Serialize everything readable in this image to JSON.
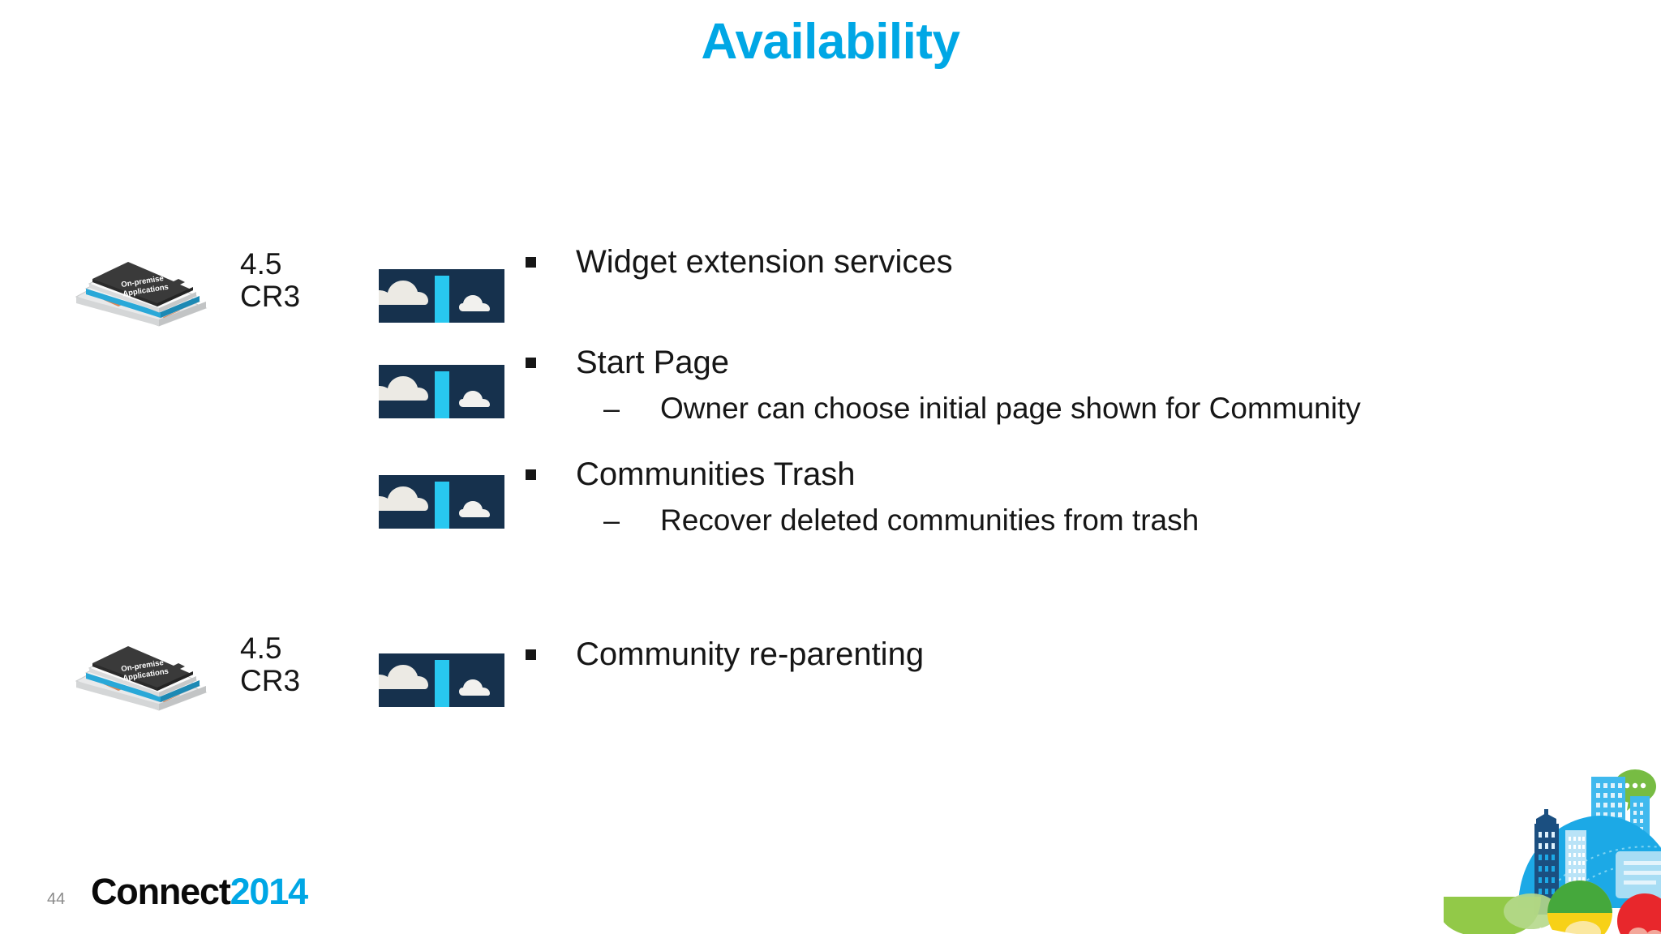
{
  "slide": {
    "title": "Availability",
    "page_number": "44",
    "logo": {
      "word": "Connect",
      "year": "2014"
    },
    "colors": {
      "accent_cyan": "#00A7E5",
      "icon_cyan": "#28C8F0",
      "cloud_navy": "#16314D",
      "text": "#161616",
      "page_number": "#8A8A8A"
    }
  },
  "rows": [
    {
      "onprem": {
        "shown": true,
        "line1": "On-premise",
        "line2": "Applications"
      },
      "version": "4.5\nCR3",
      "cloud_icon": "cloud-availability-icon",
      "bullet": "Widget extension services",
      "subs": []
    },
    {
      "onprem": {
        "shown": false,
        "line1": "On-premise",
        "line2": "Applications"
      },
      "version": "",
      "cloud_icon": "cloud-availability-icon",
      "bullet": "Start Page",
      "subs": [
        "Owner can choose initial page shown for Community"
      ]
    },
    {
      "onprem": {
        "shown": false,
        "line1": "On-premise",
        "line2": "Applications"
      },
      "version": "",
      "cloud_icon": "cloud-availability-icon",
      "bullet": "Communities Trash",
      "subs": [
        "Recover deleted communities from trash"
      ]
    },
    {
      "onprem": {
        "shown": true,
        "line1": "On-premise",
        "line2": "Applications"
      },
      "version": "4.5\nCR3",
      "cloud_icon": "cloud-availability-icon",
      "bullet": "Community re-parenting",
      "subs": []
    }
  ],
  "sub_bullet_mark": "–"
}
